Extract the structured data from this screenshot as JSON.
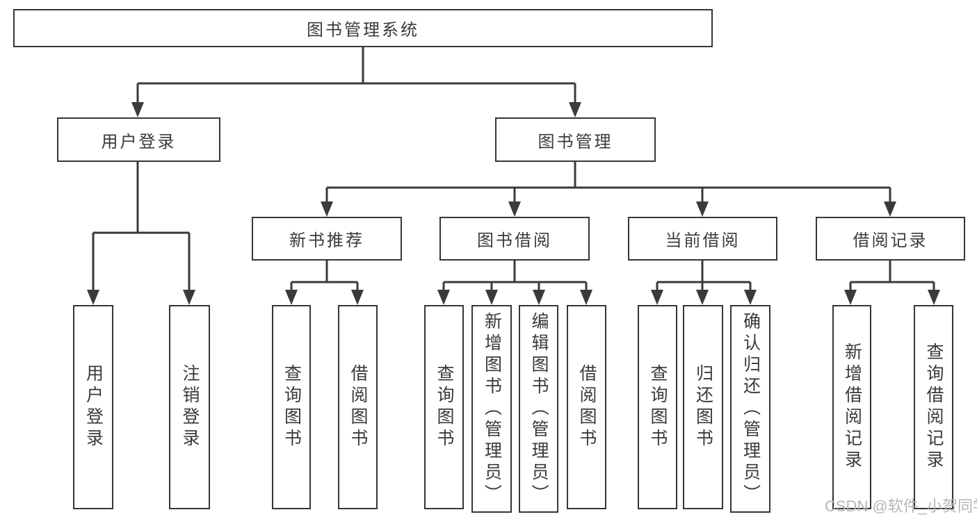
{
  "tree": {
    "root": {
      "label": "图书管理系统"
    },
    "branches": [
      {
        "label": "用户登录",
        "children": [
          {
            "label": "用户登录"
          },
          {
            "label": "注销登录"
          }
        ]
      },
      {
        "label": "图书管理",
        "children": [
          {
            "label": "新书推荐",
            "children": [
              {
                "label": "查询图书"
              },
              {
                "label": "借阅图书"
              }
            ]
          },
          {
            "label": "图书借阅",
            "children": [
              {
                "label": "查询图书"
              },
              {
                "label": "新增图书（管理员）"
              },
              {
                "label": "编辑图书（管理员）"
              },
              {
                "label": "借阅图书"
              }
            ]
          },
          {
            "label": "当前借阅",
            "children": [
              {
                "label": "查询图书"
              },
              {
                "label": "归还图书"
              },
              {
                "label": "确认归还（管理员）"
              }
            ]
          },
          {
            "label": "借阅记录",
            "children": [
              {
                "label": "新增借阅记录"
              },
              {
                "label": "查询借阅记录"
              }
            ]
          }
        ]
      }
    ]
  },
  "watermark": {
    "text": "CSDN @软件_小贺同学"
  },
  "colors": {
    "line": "#3a3a3a",
    "border": "#363636",
    "text": "#3a3a3a",
    "watermark": "#b5b5b5",
    "background": "#ffffff"
  }
}
